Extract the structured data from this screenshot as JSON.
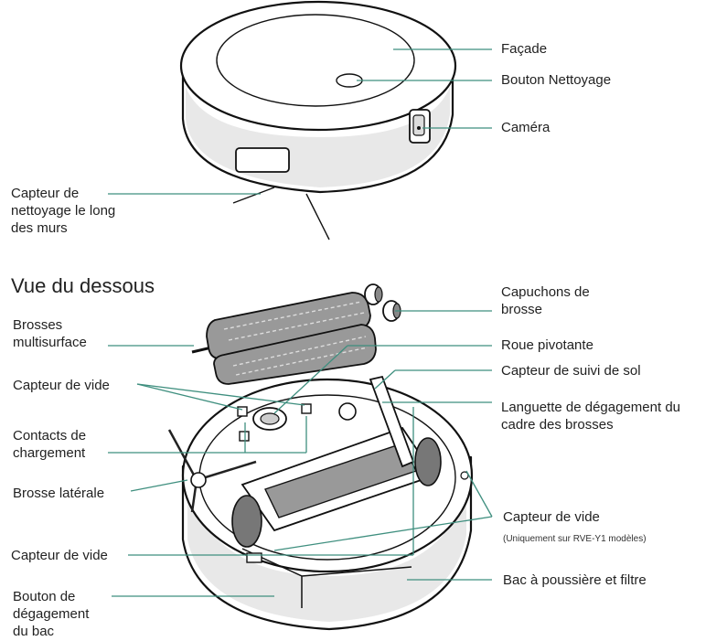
{
  "top_section_title": "",
  "top_labels": {
    "facade": "Façade",
    "clean_button": "Bouton Nettoyage",
    "camera": "Caméra",
    "wall_sensor": "Capteur de\nnettoyage le long\ndes murs"
  },
  "bottom_section_title": "Vue du dessous",
  "bottom_labels": {
    "multisurface_brushes": "Brosses\nmultisurface",
    "brush_caps": "Capuchons de\nbrosse",
    "caster_wheel": "Roue pivotante",
    "floor_tracking_sensor": "Capteur de suivi de sol",
    "cliff_sensor_1": "Capteur de vide",
    "release_tab": "Languette de dégagement du\ncadre des brosses",
    "charging_contacts": "Contacts de\nchargement",
    "side_brush": "Brosse latérale",
    "cliff_sensor_right": "Capteur de vide",
    "cliff_sensor_note": "(Uniquement sur RVE-Y1 modèles)",
    "cliff_sensor_2": "Capteur de vide",
    "bin_and_filter": "Bac à poussière et filtre",
    "bin_release_button": "Bouton de\ndégagement\ndu bac"
  },
  "colors": {
    "leader_line": "#3f8f7f",
    "ink": "#111111"
  }
}
